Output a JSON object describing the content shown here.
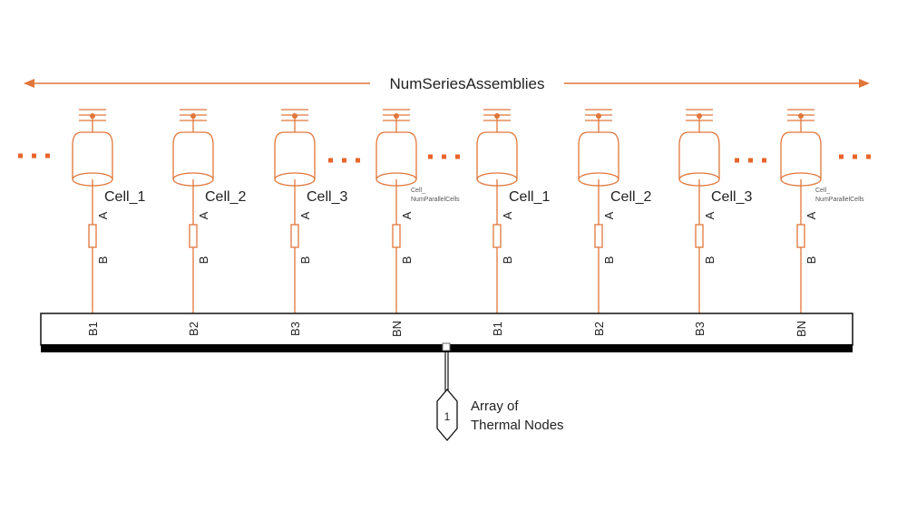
{
  "span_label": "NumSeriesAssemblies",
  "colors": {
    "accent": "#e0763a",
    "ellipsis": "#e8642a",
    "line": "#111111"
  },
  "cells": [
    {
      "name": "Cell_1",
      "bus_port": "B1",
      "small": false
    },
    {
      "name": "Cell_2",
      "bus_port": "B2",
      "small": false
    },
    {
      "name": "Cell_3",
      "bus_port": "B3",
      "small": false
    },
    {
      "name": "Cell_",
      "name2": "NumParallelCells",
      "bus_port": "BN",
      "small": true
    },
    {
      "name": "Cell_1",
      "bus_port": "B1",
      "small": false
    },
    {
      "name": "Cell_2",
      "bus_port": "B2",
      "small": false
    },
    {
      "name": "Cell_3",
      "bus_port": "B3",
      "small": false
    },
    {
      "name": "Cell_",
      "name2": "NumParallelCells",
      "bus_port": "BN",
      "small": true
    }
  ],
  "port_a": "A",
  "port_b": "B",
  "outport": {
    "number": "1",
    "label_line1": "Array of",
    "label_line2": "Thermal Nodes"
  }
}
